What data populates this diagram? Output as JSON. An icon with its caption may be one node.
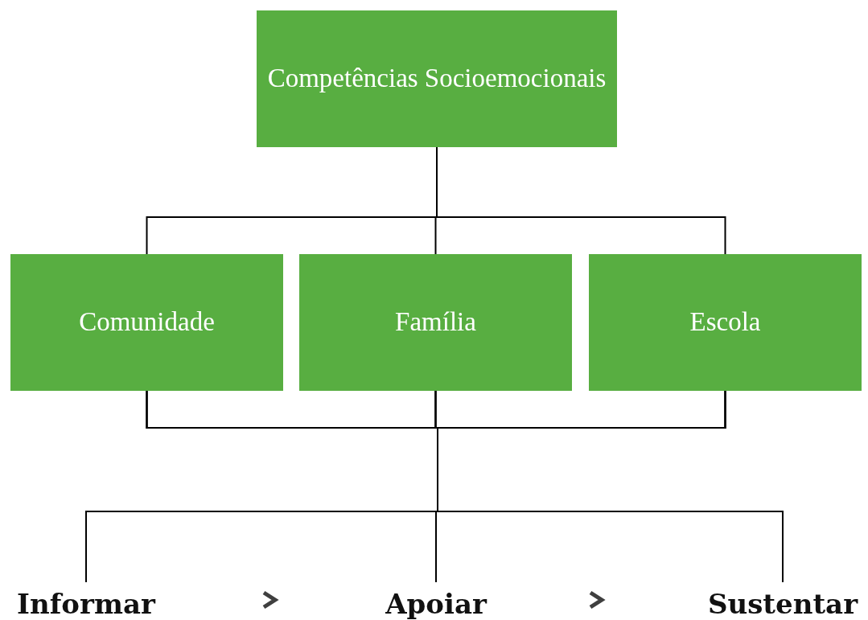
{
  "diagram": {
    "nodes": [
      {
        "text": [
          "Competências Socioemocionais"
        ]
      },
      {
        "text": [
          "Comunidade"
        ]
      },
      {
        "text": [
          "Família"
        ]
      },
      {
        "text": [
          "Escola"
        ]
      },
      {
        "text": [
          "Informar"
        ]
      },
      {
        "text": [
          "Apoiar"
        ]
      },
      {
        "text": [
          "Sustentar"
        ]
      }
    ],
    "edges": [
      {
        "from": 0,
        "to": 1,
        "arrow": "none"
      },
      {
        "from": 0,
        "to": 2,
        "arrow": "none"
      },
      {
        "from": 0,
        "to": 3,
        "arrow": "none"
      },
      {
        "from": 1,
        "to": 4,
        "arrow": "none"
      },
      {
        "from": 1,
        "to": 5,
        "arrow": "none"
      },
      {
        "from": 1,
        "to": 6,
        "arrow": "none"
      },
      {
        "from": 2,
        "to": 4,
        "arrow": "none"
      },
      {
        "from": 2,
        "to": 5,
        "arrow": "none"
      },
      {
        "from": 2,
        "to": 6,
        "arrow": "none"
      },
      {
        "from": 3,
        "to": 4,
        "arrow": "none"
      },
      {
        "from": 3,
        "to": 5,
        "arrow": "none"
      },
      {
        "from": 3,
        "to": 6,
        "arrow": "none"
      },
      {
        "from": 4,
        "to": 5,
        "arrow": "to",
        "style": "thick"
      },
      {
        "from": 5,
        "to": 6,
        "arrow": "to",
        "style": "thick"
      }
    ]
  }
}
